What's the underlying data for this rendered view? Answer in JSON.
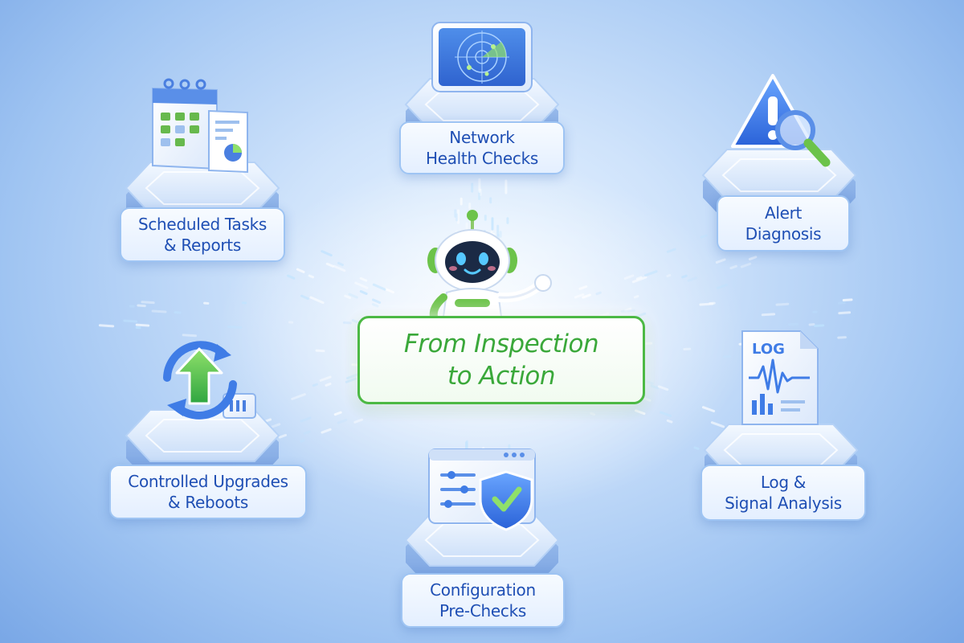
{
  "center": {
    "line1": "From Inspection",
    "line2": "to Action"
  },
  "nodes": {
    "network_health": {
      "line1": "Network",
      "line2": "Health Checks",
      "icon": "radar-monitor-icon"
    },
    "scheduled_tasks": {
      "line1": "Scheduled Tasks",
      "line2": "& Reports",
      "icon": "calendar-report-icon"
    },
    "alert_diagnosis": {
      "line1": "Alert",
      "line2": "Diagnosis",
      "icon": "warning-magnifier-icon"
    },
    "controlled_upgrades": {
      "line1": "Controlled Upgrades",
      "line2": "& Reboots",
      "icon": "upgrade-arrow-icon"
    },
    "log_signal": {
      "line1": "Log &",
      "line2": "Signal Analysis",
      "icon": "log-document-icon",
      "doc_text": "LOG"
    },
    "config_prechecks": {
      "line1": "Configuration",
      "line2": "Pre-Checks",
      "icon": "settings-shield-icon"
    }
  },
  "mascot": {
    "icon": "robot-mascot-icon"
  },
  "colors": {
    "accent_blue": "#1f4fb4",
    "accent_green": "#4cb944",
    "background": "#9fc4f2"
  }
}
